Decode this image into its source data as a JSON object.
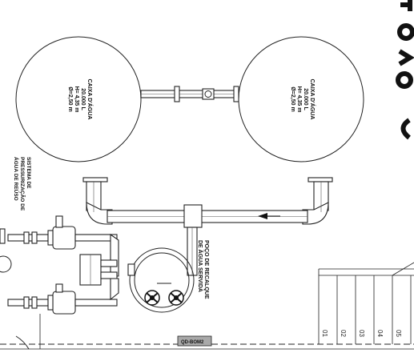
{
  "tanks": [
    {
      "line1": "CAIXA D'ÁGUA",
      "line2": "20.000 L",
      "line3": "H= 4,35 m",
      "line4": "Ø=2,50 m"
    },
    {
      "line1": "CAIXA D'ÁGUA",
      "line2": "20.000 L",
      "line3": "H= 4,35 m",
      "line4": "Ø=2,50 m"
    }
  ],
  "sump": {
    "line1": "POÇO DE RECALQUE",
    "line2": "DE ÁGUA SERVIDA"
  },
  "pressurization": {
    "line1": "SISTEMA DE",
    "line2": "PRESSURIZAÇÃO DE",
    "line3": "ÁGUA DE REÚSO"
  },
  "panel": {
    "label": "QD-BOM2"
  },
  "table": {
    "cells": [
      "01",
      "02",
      "03",
      "04",
      "05"
    ]
  },
  "colors": {
    "line": "#222222",
    "panel_fill": "#a9a9a9",
    "background": "#ffffff"
  }
}
